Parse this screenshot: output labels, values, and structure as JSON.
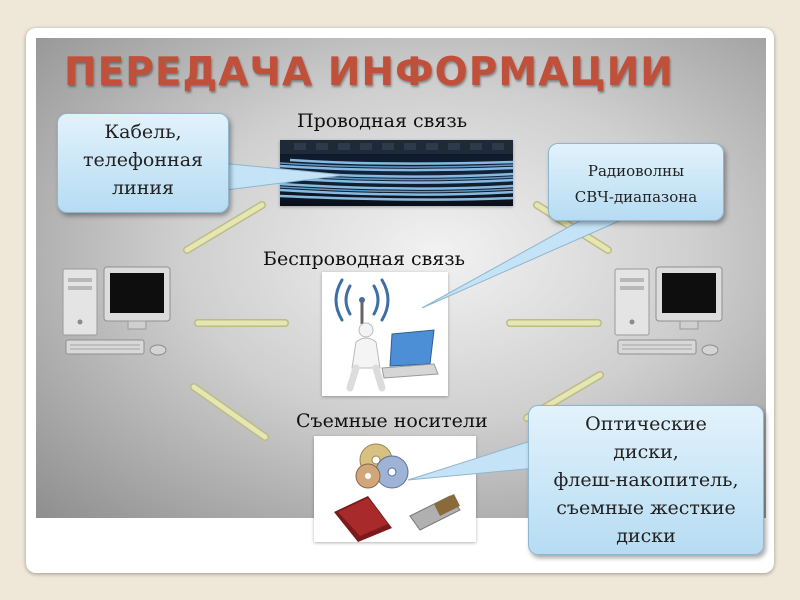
{
  "slide": {
    "title": "ПЕРЕДАЧА ИНФОРМАЦИИ",
    "sections": {
      "wired": "Проводная связь",
      "wireless": "Беспроводная связь",
      "removable": "Съемные носители"
    },
    "callouts": {
      "cable": [
        "Кабель,",
        "телефонная",
        "линия"
      ],
      "radio": [
        "Радиоволны",
        "СВЧ-диапазона"
      ],
      "media": [
        "Оптические",
        "диски,",
        "флеш-накопитель,",
        "съемные жесткие",
        "диски"
      ]
    },
    "colors": {
      "title": "#c0503a",
      "callout_fill": "#c8e6f7",
      "callout_border": "#8fb6cf",
      "connector": "#dcdca0"
    }
  }
}
